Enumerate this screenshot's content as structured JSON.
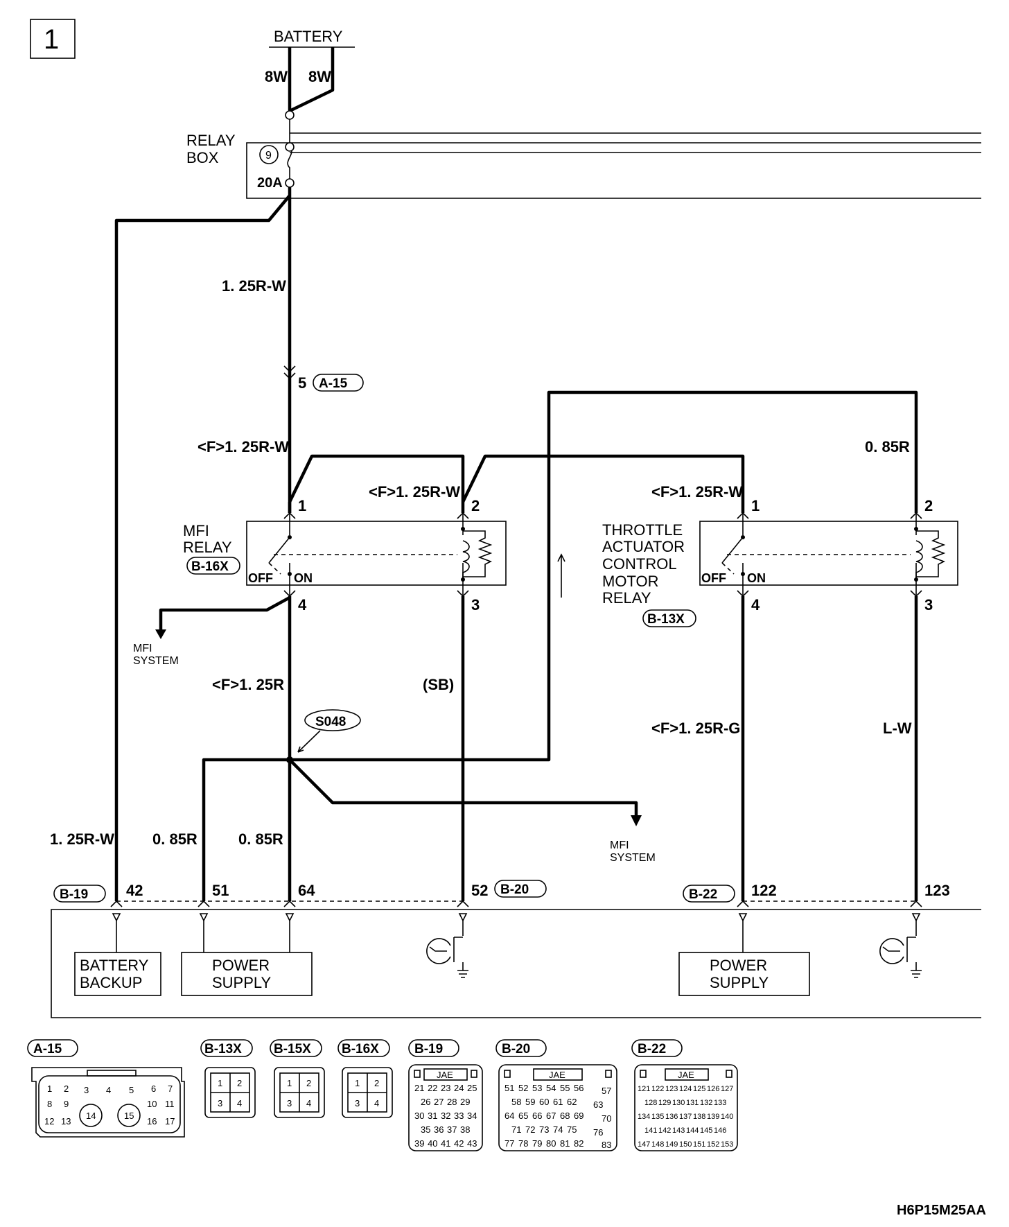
{
  "page_number": "1",
  "battery": {
    "label": "BATTERY",
    "wire_left": "8W",
    "wire_right": "8W"
  },
  "relay_box": {
    "label_line1": "RELAY",
    "label_line2": "BOX",
    "fuse_number": "9",
    "fuse_rating": "20A"
  },
  "wires": {
    "main_feed": "1. 25R-W",
    "f_125rw_a": "<F>1. 25R-W",
    "f_125rw_b": "<F>1. 25R-W",
    "f_125rw_c": "<F>1. 25R-W",
    "w_085r_top": "0. 85R",
    "f_125r": "<F>1. 25R",
    "sb": "(SB)",
    "f_125rg": "<F>1. 25R-G",
    "lw": "L-W",
    "b19_left": "1. 25R-W",
    "w_085r_a": "0. 85R",
    "w_085r_b": "0. 85R"
  },
  "connector_a15": {
    "label": "A-15",
    "pin": "5"
  },
  "mfi_relay": {
    "label_line1": "MFI",
    "label_line2": "RELAY",
    "connector": "B-16X",
    "pins": [
      "1",
      "2",
      "4",
      "3"
    ],
    "off": "OFF",
    "on": "ON"
  },
  "throttle_relay": {
    "label_lines": [
      "THROTTLE",
      "ACTUATOR",
      "CONTROL",
      "MOTOR",
      "RELAY"
    ],
    "connector": "B-13X",
    "pins": [
      "1",
      "2",
      "4",
      "3"
    ],
    "off": "OFF",
    "on": "ON"
  },
  "mfi_system_1": {
    "line1": "MFI",
    "line2": "SYSTEM"
  },
  "mfi_system_2": {
    "line1": "MFI",
    "line2": "SYSTEM"
  },
  "splice": "S048",
  "ecu_connectors": {
    "b19": {
      "label": "B-19",
      "pins": [
        "42",
        "51",
        "64"
      ]
    },
    "b20": {
      "label": "B-20",
      "pin": "52"
    },
    "b22": {
      "label": "B-22",
      "pins": [
        "122",
        "123"
      ]
    }
  },
  "ecu_boxes": {
    "battery_backup": [
      "BATTERY",
      "BACKUP"
    ],
    "power_supply_1": [
      "POWER",
      "SUPPLY"
    ],
    "power_supply_2": [
      "POWER",
      "SUPPLY"
    ]
  },
  "connector_views": {
    "labels": [
      "A-15",
      "B-13X",
      "B-15X",
      "B-16X",
      "B-19",
      "B-20",
      "B-22"
    ],
    "jae": "JAE",
    "a15_pins": [
      "1",
      "2",
      "3",
      "4",
      "5",
      "6",
      "7",
      "8",
      "9",
      "10",
      "11",
      "12",
      "13",
      "14",
      "15",
      "16",
      "17"
    ],
    "relay_pins": [
      "1",
      "2",
      "3",
      "4"
    ],
    "b19_rows": [
      [
        "21",
        "22",
        "23",
        "24",
        "25"
      ],
      [
        "26",
        "27",
        "28",
        "29"
      ],
      [
        "30",
        "31",
        "32",
        "33",
        "34"
      ],
      [
        "35",
        "36",
        "37",
        "38"
      ],
      [
        "39",
        "40",
        "41",
        "42",
        "43"
      ]
    ],
    "b20_rows": [
      [
        "51",
        "52",
        "53",
        "54",
        "55",
        "56"
      ],
      [
        "58",
        "59",
        "60",
        "61",
        "62"
      ],
      [
        "64",
        "65",
        "66",
        "67",
        "68",
        "69"
      ],
      [
        "71",
        "72",
        "73",
        "74",
        "75"
      ],
      [
        "77",
        "78",
        "79",
        "80",
        "81",
        "82"
      ]
    ],
    "b20_side": [
      "57",
      "63",
      "70",
      "76",
      "83"
    ],
    "b22_rows": [
      [
        "121",
        "122",
        "123",
        "124",
        "125",
        "126",
        "127"
      ],
      [
        "128",
        "129",
        "130",
        "131",
        "132",
        "133"
      ],
      [
        "134",
        "135",
        "136",
        "137",
        "138",
        "139",
        "140"
      ],
      [
        "141",
        "142",
        "143",
        "144",
        "145",
        "146"
      ],
      [
        "147",
        "148",
        "149",
        "150",
        "151",
        "152",
        "153"
      ]
    ]
  },
  "diagram_code": "H6P15M25AA"
}
